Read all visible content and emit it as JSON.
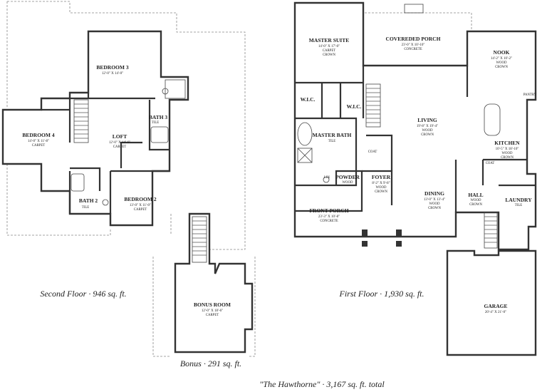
{
  "second_floor": {
    "label": "Second Floor · 946 sq. ft.",
    "rooms": {
      "bedroom3": {
        "name": "BEDROOM 3",
        "dim": "12'-0\" X 14'-0\""
      },
      "bedroom4": {
        "name": "BEDROOM 4",
        "dim": "14'-0\" X 11'-8\"",
        "finish": "CARPET"
      },
      "loft": {
        "name": "LOFT",
        "dim": "12'-0\" X 14'-6\"",
        "finish": "CARPET"
      },
      "bath3": {
        "name": "BATH 3",
        "finish": "TILE"
      },
      "bath2": {
        "name": "BATH 2",
        "finish": "TILE"
      },
      "bedroom2": {
        "name": "BEDROOM 2",
        "dim": "13'-0\" X 11'-0\"",
        "finish": "CARPET"
      }
    }
  },
  "bonus": {
    "label": "Bonus · 291 sq. ft.",
    "room": {
      "name": "BONUS ROOM",
      "dim": "12'-0\" X 18'-6\"",
      "finish": "CARPET"
    }
  },
  "first_floor": {
    "label": "First Floor · 1,930 sq. ft.",
    "rooms": {
      "master_suite": {
        "name": "MASTER SUITE",
        "dim": "14'-0\" X 17'-0\"",
        "finish": "CARPET",
        "finish2": "CROWN"
      },
      "covered_porch": {
        "name": "COVEREDED PORCH",
        "dim": "23'-0\" X 10'-10\"",
        "finish": "CONCRETE"
      },
      "nook": {
        "name": "NOOK",
        "dim": "14'-2\" X 10'-2\"",
        "finish": "WOOD",
        "finish2": "CROWN"
      },
      "wic1": {
        "name": "W.I.C."
      },
      "wic2": {
        "name": "W.I.C."
      },
      "pantry": {
        "name": "PANTRY"
      },
      "living": {
        "name": "LIVING",
        "dim": "19'-8\" X 19'-4\"",
        "finish": "WOOD",
        "finish2": "CROWN"
      },
      "master_bath": {
        "name": "MASTER BATH",
        "finish": "TILE"
      },
      "coat1": {
        "name": "COAT"
      },
      "kitchen": {
        "name": "KITCHEN",
        "dim": "10'-5\" X 18'-10\"",
        "finish": "WOOD",
        "finish2": "CROWN"
      },
      "lin": {
        "name": "LIN"
      },
      "powder": {
        "name": "POWDER",
        "finish": "WOOD"
      },
      "foyer": {
        "name": "FOYER",
        "dim": "8'-2\" X 9'-8\"",
        "finish": "WOOD",
        "finish2": "CROWN"
      },
      "coat2": {
        "name": "COAT"
      },
      "dining": {
        "name": "DINING",
        "dim": "13'-0\" X 13'-4\"",
        "finish": "WOOD",
        "finish2": "CROWN"
      },
      "hall": {
        "name": "HALL",
        "finish": "WOOD",
        "finish2": "CROWN"
      },
      "laundry": {
        "name": "LAUNDRY",
        "finish": "TILE"
      },
      "front_porch": {
        "name": "FRONT PORCH",
        "dim": "23'-3\" X 10'-8\"",
        "finish": "CONCRETE"
      },
      "garage": {
        "name": "GARAGE",
        "dim": "20'-4\" X 21'-0\""
      }
    }
  },
  "footer": "\"The Hawthorne\" · 3,167 sq. ft. total"
}
